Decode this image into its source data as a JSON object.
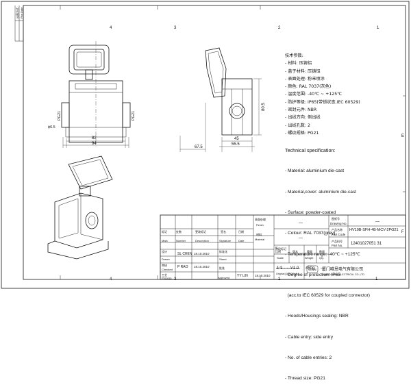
{
  "zones_top": [
    "4",
    "3",
    "2",
    "1"
  ],
  "zones_left": [
    "E",
    "F"
  ],
  "revision_labels": [
    "出图方式",
    "Plot Date"
  ],
  "dimensions": {
    "width_inner": "82",
    "width_outer": "94",
    "hole": "ϕ6.5",
    "pg": "PG21",
    "depth1": "67.5",
    "depth2": "45",
    "depth3": "55.5",
    "height": "80.5"
  },
  "spec_cn": {
    "title": "技术参数:",
    "lines": [
      "- 材料: 压铸铝",
      "- 盖子材料: 压铸铝",
      "- 表面处理: 粉末喷涂",
      "- 颜色: RAL 7037(灰色)",
      "- 温度范围: -40℃ ~ +125℃",
      "- 防护等级: IP65(带锁状态,IEC 60529)",
      "- 密封元件: NBR",
      "- 出线方向: 侧出线",
      "- 出线孔数: 2",
      "- 螺纹规格: PG21"
    ]
  },
  "spec_en": {
    "title": "Technical specification:",
    "lines": [
      "- Material: aluminium die-cast",
      "- Material,cover: aluminium die-cast",
      "- Surface: powder-coated",
      "- Colour: RAL 7037(grey)",
      "- Temperature range: -40℃ ~ +125℃",
      "- Degree of protection: IP65",
      "  (acc.to IEC 60529 for coupled connector)",
      "- Hoods/Housings sealing: NBR",
      "- Cable entry: side entry",
      "- No. of cable entries: 2",
      "- Thread size: PG21"
    ]
  },
  "title_block": {
    "rev_cn": "标记",
    "rev_en": "Mark",
    "num_cn": "处数",
    "num_en": "Number",
    "change_cn": "更改标记",
    "change_en": "Description",
    "sign_cn": "签名",
    "sign_en": "Signature",
    "date_cn": "日期",
    "date_en": "Date",
    "finish_cn": "表面处理",
    "finish_en": "Finish",
    "finish_val": "—",
    "material_cn": "材料",
    "material_en": "Material",
    "material_val": "—",
    "drawn_cn": "设计",
    "drawn_en": "Drawn",
    "drawn_name": "SL CHEN",
    "drawn_date": "18.10.2010",
    "checked_cn": "审核",
    "checked_en": "Checked",
    "checked_name": "P RAO",
    "checked_date": "18.10.2010",
    "process_cn": "工艺",
    "process_en": "Process",
    "approved_cn": "批准",
    "approved_en": "Approved",
    "approved_name": "YY LIN",
    "approved_date": "18.10.2010",
    "std_cn": "标准化",
    "std_en": "Stand.",
    "stage_cn": "阶段标记",
    "stage_val": "S",
    "scale_cn": "比例",
    "scale_en": "Scale",
    "scale_val": "1:2",
    "version_cn": "版本",
    "version_val": "V1.0",
    "weight_cn": "重量",
    "weight_en": "Weight",
    "weight_val": "450g",
    "qty_cn": "数量",
    "qty_en": "Qty.",
    "qty_val": "—",
    "drawing_no_cn": "图纸号",
    "drawing_no_en": "Drawing No.",
    "drawing_no_val": "—",
    "part_code_cn": "产品名称",
    "part_code_en": "Part Code",
    "part_code_val": "HV10B-SFH-4B-MCV-2PG21",
    "part_no_cn": "产品料号",
    "part_no_en": "Part No.",
    "part_no_val": "12401027051 31",
    "dim_note1": "All Dimensions in mm",
    "dim_note2": "Original Size DIN A 4",
    "company_cn": "厦门唯恩电气有限公司",
    "company_en": "XIAMEN WAIN ELECTRICAL CO.,LTD.",
    "logo": "WAIN"
  }
}
